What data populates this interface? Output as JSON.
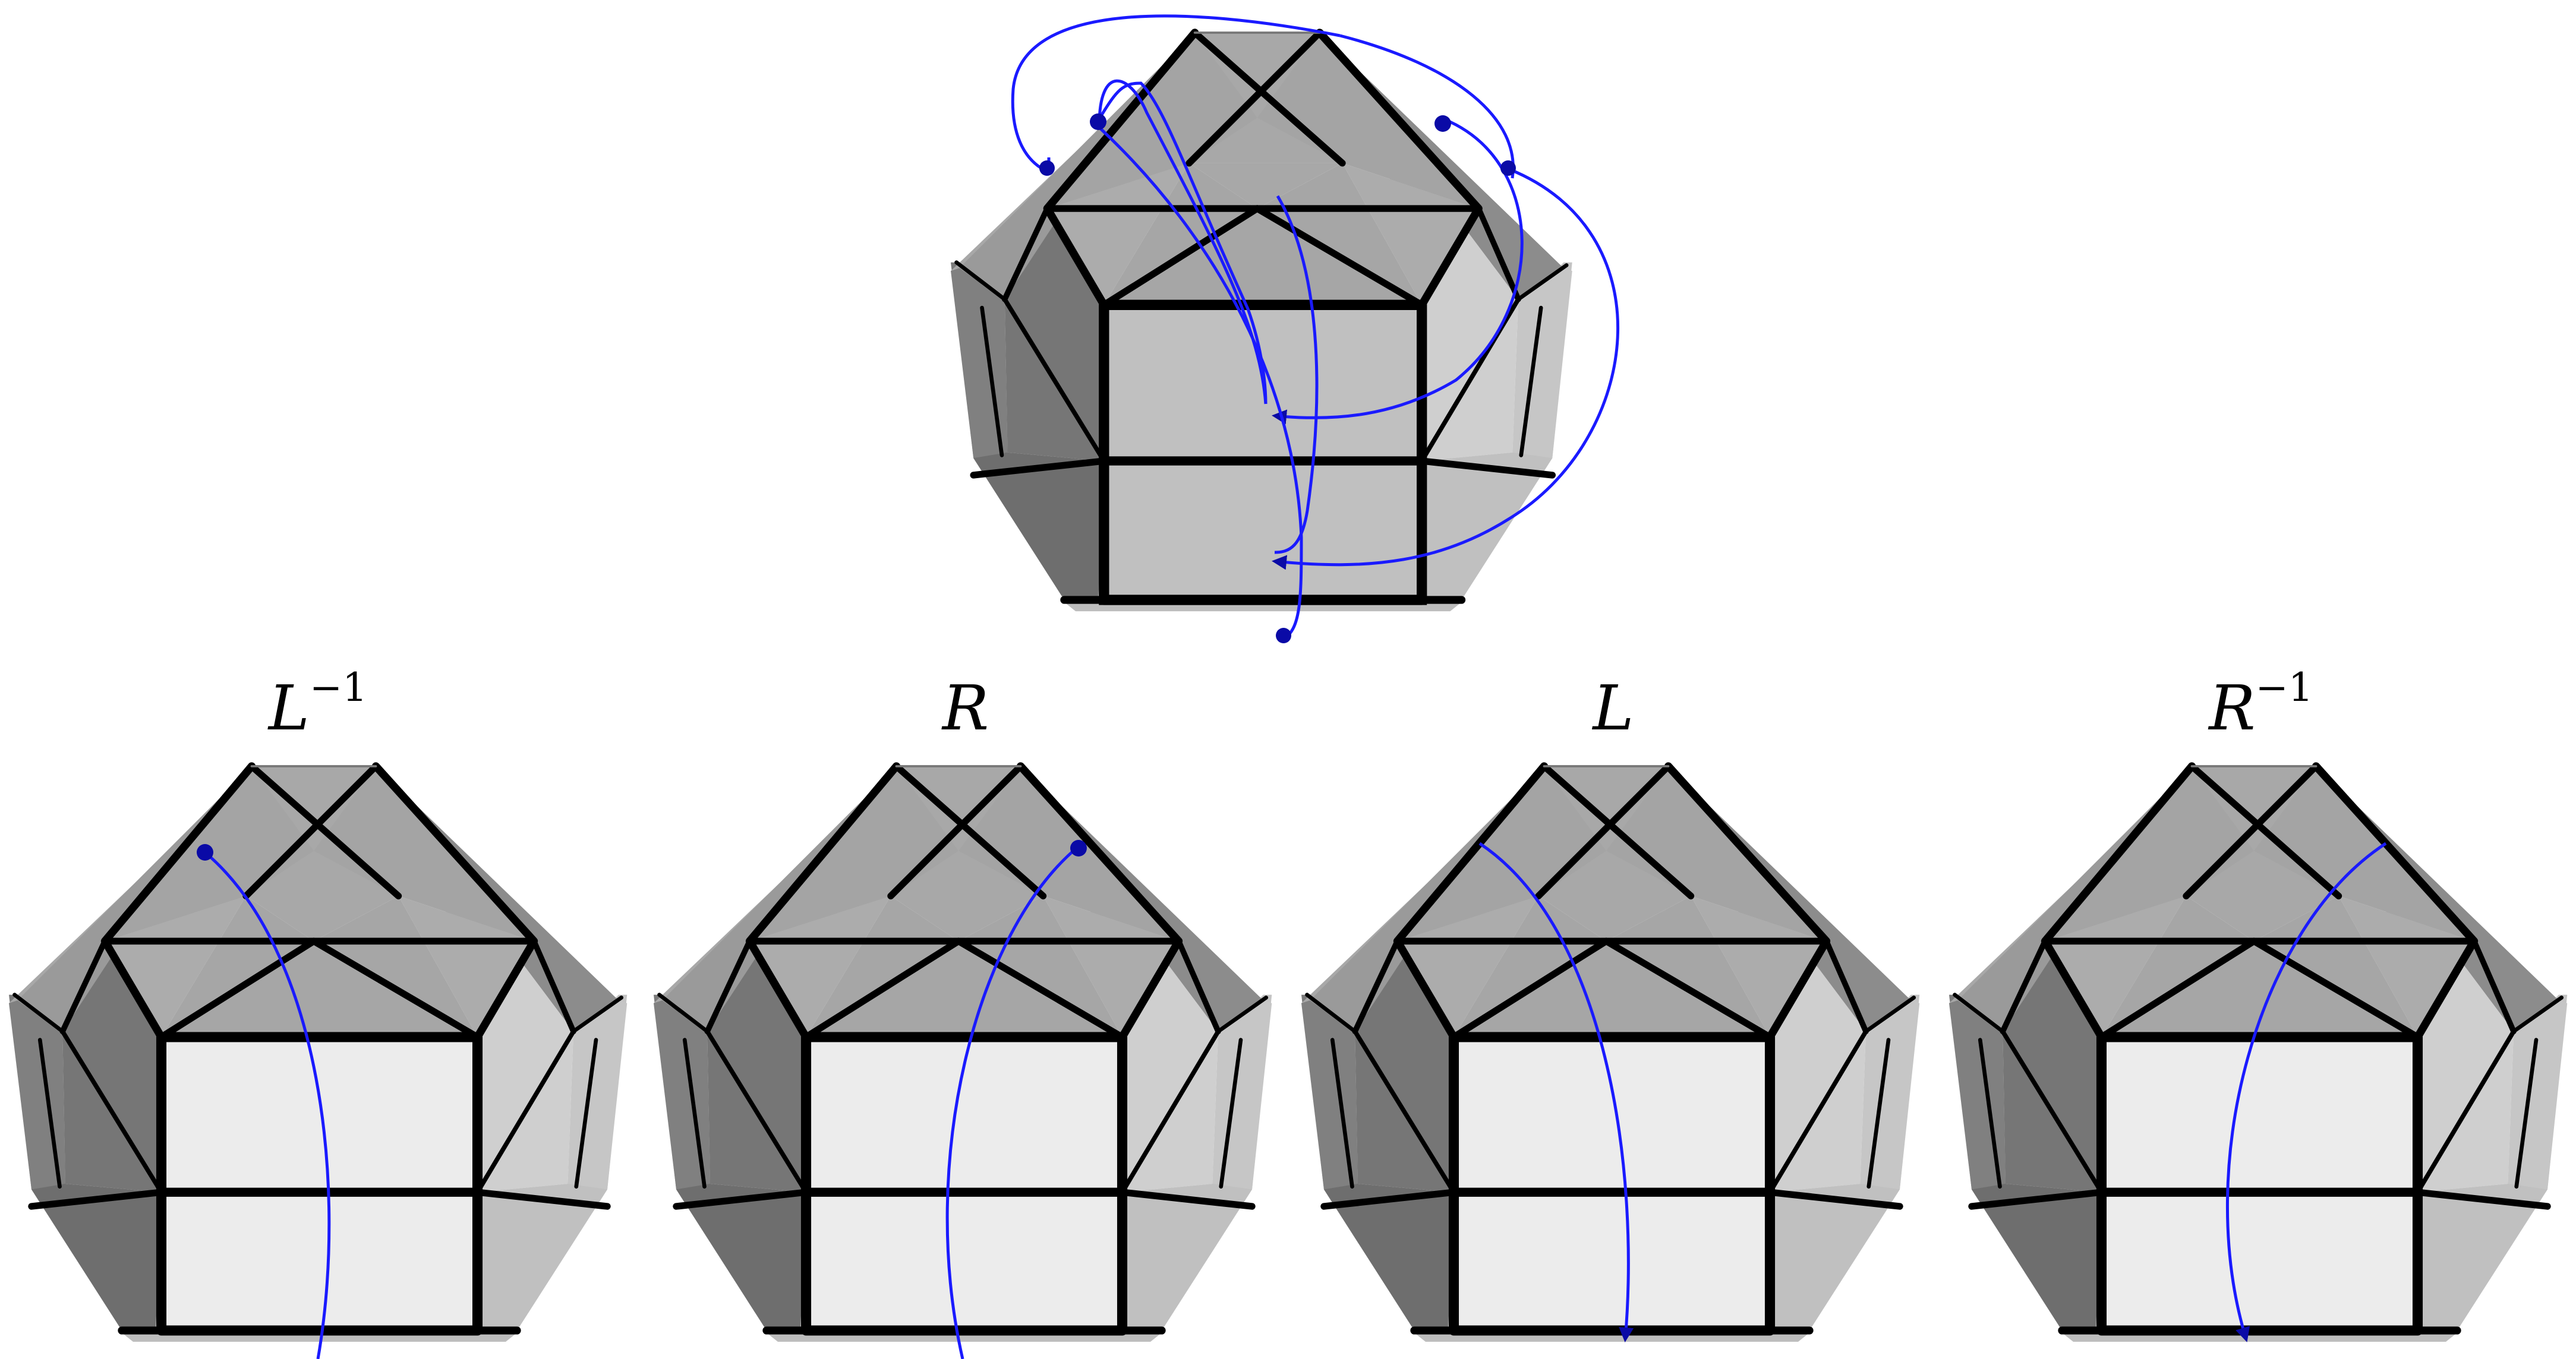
{
  "colors": {
    "path": "#1a1aff",
    "arrowhead": "#0a0aa6",
    "edge": "#000000",
    "face_light": "#ececec",
    "face_mid": "#a6a6a6",
    "face_dark": "#767676",
    "face_side_light": "#c4c4c4"
  },
  "panels": [
    {
      "id": "top",
      "label": ""
    },
    {
      "id": "l-inverse",
      "label_base": "L",
      "label_exp": "−1"
    },
    {
      "id": "r",
      "label_base": "R",
      "label_exp": ""
    },
    {
      "id": "l",
      "label_base": "L",
      "label_exp": ""
    },
    {
      "id": "r-inverse",
      "label_base": "R",
      "label_exp": "−1"
    }
  ]
}
